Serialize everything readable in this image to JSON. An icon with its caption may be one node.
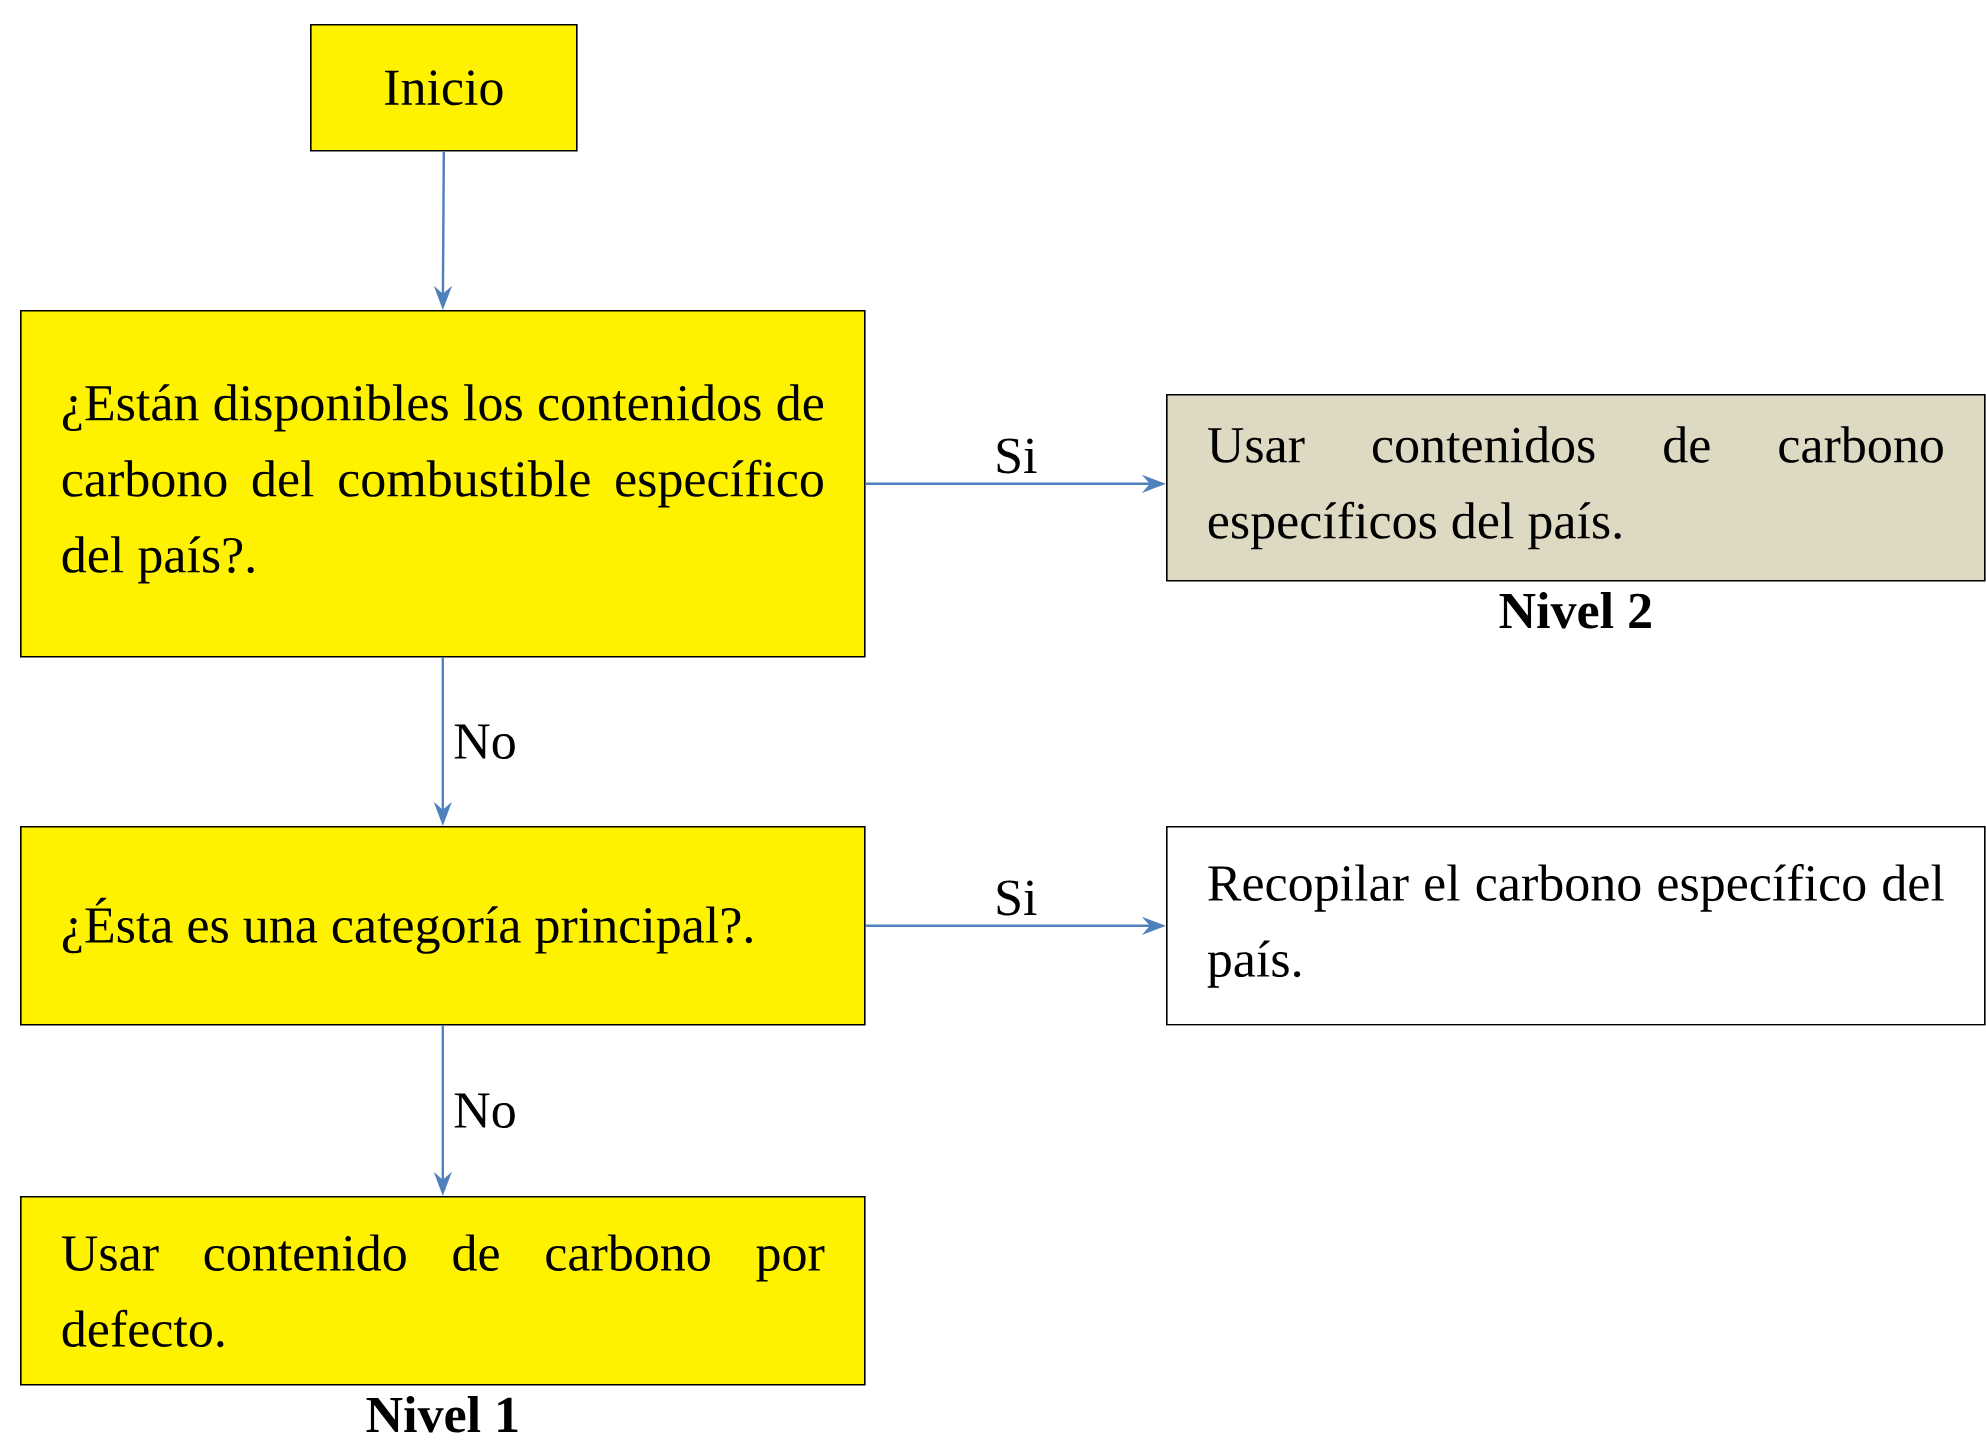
{
  "diagram": {
    "nodes": [
      {
        "text": [
          "Inicio"
        ]
      },
      {
        "text": [
          "¿Están disponibles los contenidos de carbono del combustible específico del país?."
        ]
      },
      {
        "text": [
          "Usar contenidos de carbono específicos del país."
        ],
        "beside": [
          "Nivel 2"
        ]
      },
      {
        "text": [
          "¿Ésta es una categoría principal?."
        ]
      },
      {
        "text": [
          "Recopilar el carbono específico del país."
        ]
      },
      {
        "text": [
          "Usar contenido de carbono por defecto."
        ],
        "beside": [
          "Nivel 1"
        ]
      }
    ],
    "edges": [
      {
        "from": 0,
        "to": 1,
        "arrow": "to"
      },
      {
        "from": 1,
        "to": 2,
        "arrow": "to",
        "label": "Si"
      },
      {
        "from": 1,
        "to": 3,
        "arrow": "to",
        "label": "No"
      },
      {
        "from": 3,
        "to": 4,
        "arrow": "to",
        "label": "Si"
      },
      {
        "from": 3,
        "to": 5,
        "arrow": "to",
        "label": "No"
      }
    ]
  }
}
